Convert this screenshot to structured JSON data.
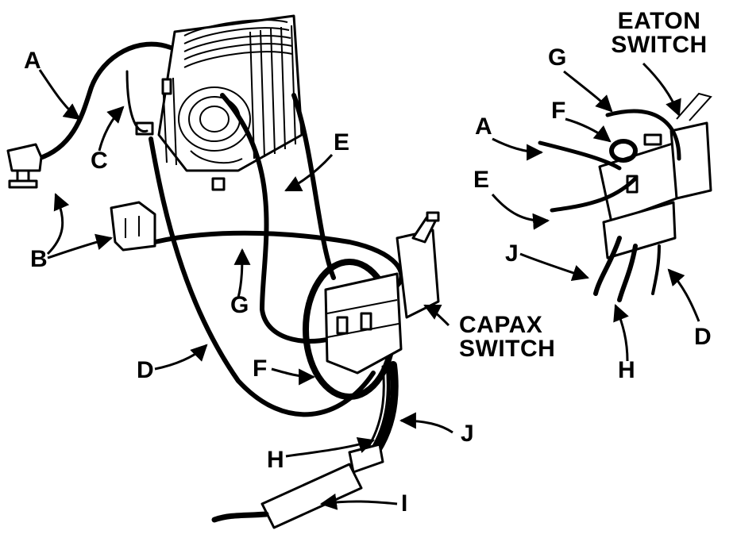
{
  "titles": {
    "eaton_line1": "EATON",
    "eaton_line2": "SWITCH",
    "capax_line1": "CAPAX",
    "capax_line2": "SWITCH"
  },
  "labels": {
    "A": "A",
    "B": "B",
    "C": "C",
    "D": "D",
    "E": "E",
    "F": "F",
    "G": "G",
    "H": "H",
    "I": "I",
    "J": "J"
  }
}
